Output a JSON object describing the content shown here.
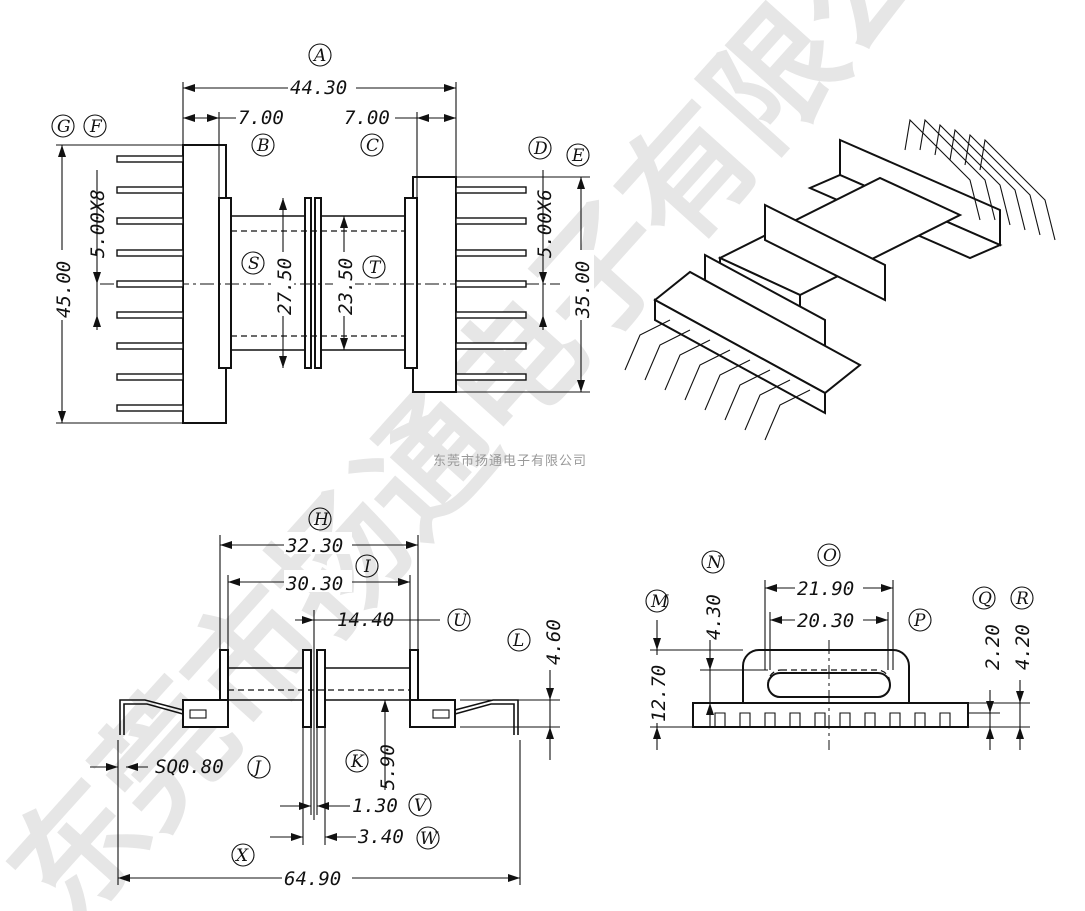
{
  "watermark": {
    "caption": "东莞市扬通电子有限公司",
    "large_text": "东莞市扬通电子有限公司"
  },
  "top_view": {
    "dim_a": "44.30",
    "dim_b": "7.00",
    "dim_c": "7.00",
    "pitch_left": "5.00X8",
    "pitch_right": "5.00X6",
    "height_left": "45.00",
    "height_right": "35.00",
    "core_outer": "27.50",
    "core_inner": "23.50",
    "labels": {
      "a": "A",
      "b": "B",
      "c": "C",
      "d": "D",
      "e": "E",
      "f": "F",
      "g": "G",
      "s": "S",
      "t": "T"
    }
  },
  "front_view": {
    "dim_h": "32.30",
    "dim_i": "30.30",
    "dim_u": "14.40",
    "dim_l": "4.60",
    "dim_j": "SQ0.80",
    "dim_k": "5.90",
    "dim_v": "1.30",
    "dim_w": "3.40",
    "dim_x": "64.90",
    "labels": {
      "h": "H",
      "i": "I",
      "u": "U",
      "l": "L",
      "j": "J",
      "k": "K",
      "v": "V",
      "w": "W",
      "x": "X"
    }
  },
  "side_view": {
    "dim_o": "21.90",
    "dim_p": "20.30",
    "dim_n": "4.30",
    "dim_m": "12.70",
    "dim_q": "2.20",
    "dim_r": "4.20",
    "labels": {
      "m": "M",
      "n": "N",
      "o": "O",
      "p": "P",
      "q": "Q",
      "r": "R"
    }
  }
}
